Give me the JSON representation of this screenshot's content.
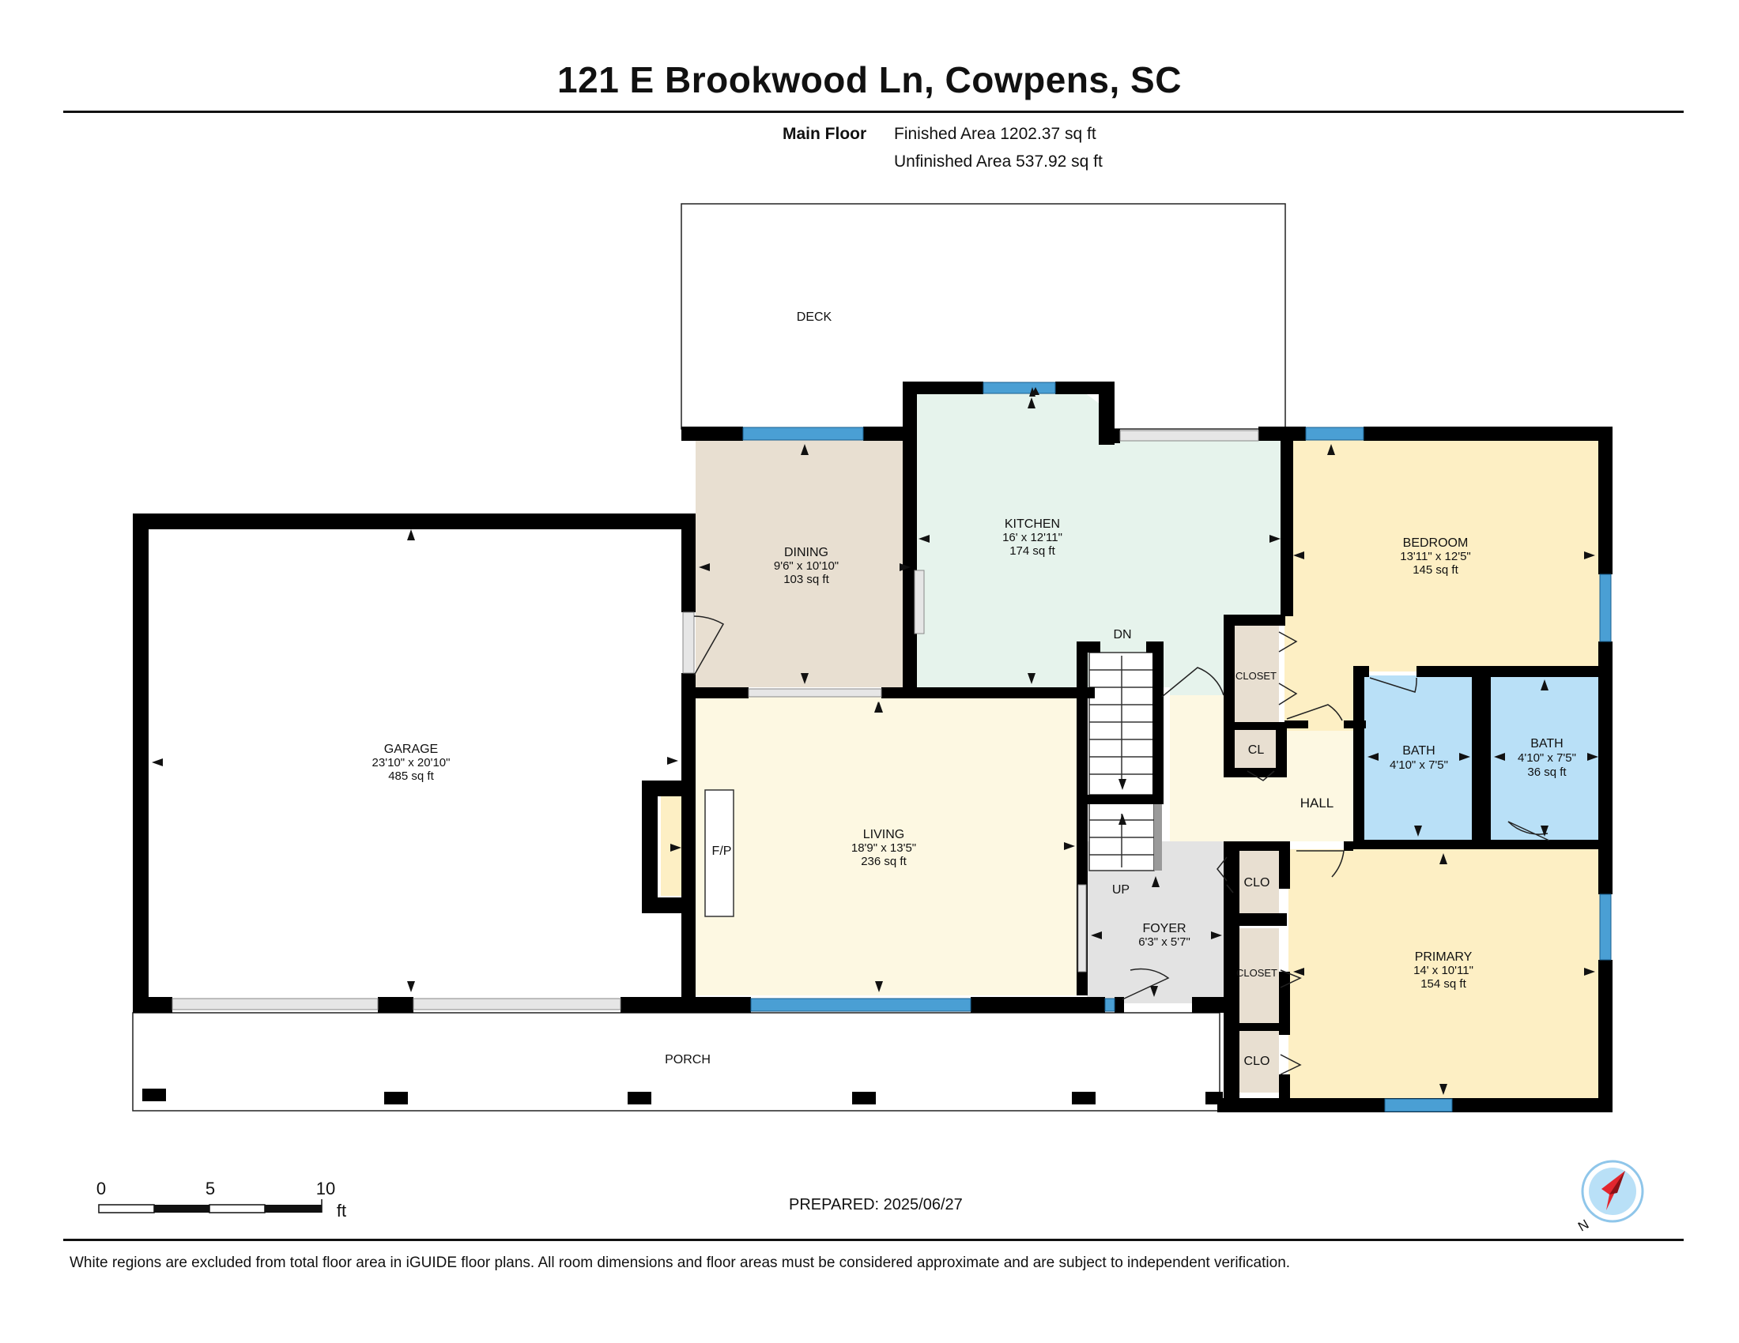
{
  "title": "121 E Brookwood Ln, Cowpens, SC",
  "header": {
    "floor_label": "Main Floor",
    "finished_area": "Finished Area 1202.37 sq ft",
    "unfinished_area": "Unfinished Area 537.92 sq ft"
  },
  "rooms": {
    "deck": {
      "name": "DECK"
    },
    "garage": {
      "name": "GARAGE",
      "dims": "23'10\" x 20'10\"",
      "area": "485 sq ft"
    },
    "dining": {
      "name": "DINING",
      "dims": "9'6\" x 10'10\"",
      "area": "103 sq ft"
    },
    "kitchen": {
      "name": "KITCHEN",
      "dims": "16' x 12'11\"",
      "area": "174 sq ft"
    },
    "bedroom": {
      "name": "BEDROOM",
      "dims": "13'11\" x 12'5\"",
      "area": "145 sq ft"
    },
    "living": {
      "name": "LIVING",
      "dims": "18'9\" x 13'5\"",
      "area": "236 sq ft"
    },
    "bath1": {
      "name": "BATH",
      "dims": "4'10\" x 7'5\""
    },
    "bath2": {
      "name": "BATH",
      "dims": "4'10\" x 7'5\"",
      "area": "36 sq ft"
    },
    "foyer": {
      "name": "FOYER",
      "dims": "6'3\" x 5'7\""
    },
    "primary": {
      "name": "PRIMARY",
      "dims": "14' x 10'11\"",
      "area": "154 sq ft"
    },
    "hall": {
      "name": "HALL"
    },
    "porch": {
      "name": "PORCH"
    },
    "closet_bed": {
      "name": "CLOSET"
    },
    "cl_bed": {
      "name": "CL"
    },
    "clo_foyer": {
      "name": "CLO"
    },
    "closet_primary": {
      "name": "CLOSET"
    },
    "clo_primary": {
      "name": "CLO"
    },
    "fireplace": {
      "name": "F/P"
    },
    "stairs_down": {
      "name": "DN"
    },
    "stairs_up": {
      "name": "UP"
    }
  },
  "colors": {
    "wall": "#000000",
    "window": "#4a9fd4",
    "dining": "#e8dfd1",
    "kitchen": "#e6f3ec",
    "bedroom": "#fdefc4",
    "living": "#fdf8e2",
    "bath": "#b9e0f7",
    "foyer": "#e3e3e3",
    "hall": "#fdf8e2",
    "closet": "#e8dfd1",
    "compass_ring": "#8fc6ea",
    "compass_needle": "#e3262e"
  },
  "scale": {
    "ticks": [
      "0",
      "5",
      "10"
    ],
    "unit": "ft"
  },
  "prepared": "PREPARED: 2025/06/27",
  "compass": {
    "label": "N"
  },
  "disclaimer": "White regions are excluded from total floor area in iGUIDE floor plans. All room dimensions and floor areas must be considered approximate and are subject to independent verification."
}
